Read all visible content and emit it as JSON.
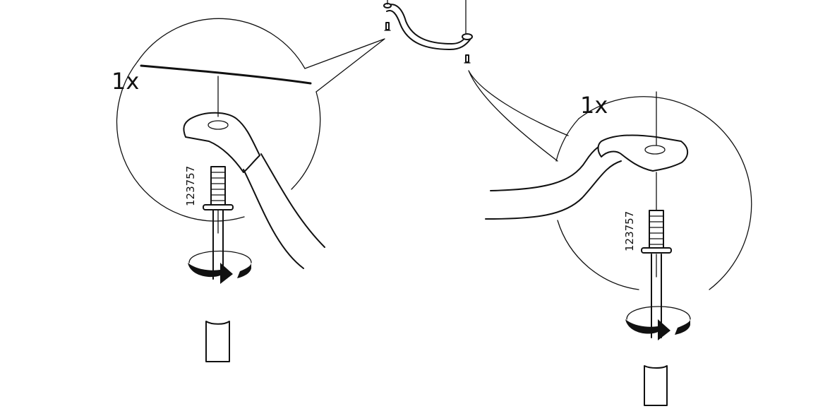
{
  "step": {
    "left_detail": {
      "quantity": "1x",
      "part_number": "123757"
    },
    "right_detail": {
      "quantity": "1x",
      "part_number": "123757"
    }
  }
}
